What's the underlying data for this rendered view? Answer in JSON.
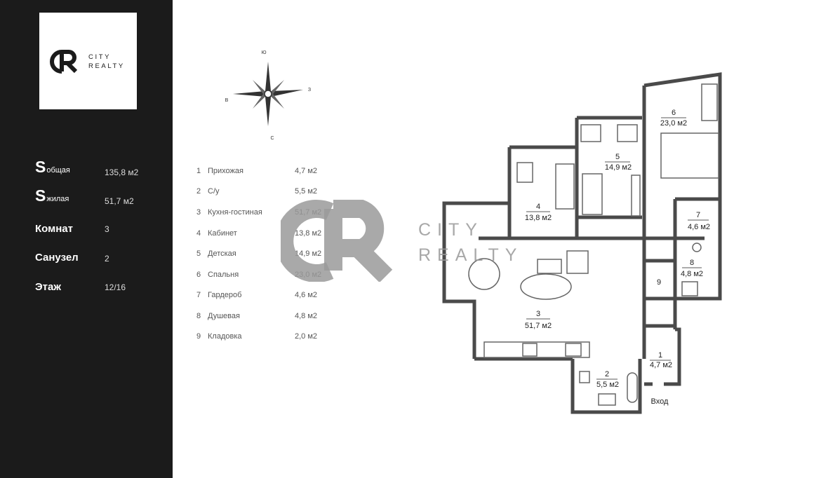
{
  "brand": {
    "name_line1": "CITY",
    "name_line2": "REALTY",
    "logo_mark_text": "CR"
  },
  "specs": {
    "total_area": {
      "symbol": "S",
      "sub": "общая",
      "value": "135,8 м2"
    },
    "living_area": {
      "symbol": "S",
      "sub": "жилая",
      "value": "51,7 м2"
    },
    "rooms": {
      "label": "Комнат",
      "value": "3"
    },
    "bathrooms": {
      "label": "Санузел",
      "value": "2"
    },
    "floor": {
      "label": "Этаж",
      "value": "12/16"
    }
  },
  "compass": {
    "n": "Ю",
    "e": "З",
    "s": "С",
    "w": "В"
  },
  "room_list": [
    {
      "num": "1",
      "name": "Прихожая",
      "area": "4,7 м2"
    },
    {
      "num": "2",
      "name": "С/у",
      "area": "5,5 м2"
    },
    {
      "num": "3",
      "name": "Кухня-гостиная",
      "area": "51,7 м2"
    },
    {
      "num": "4",
      "name": "Кабинет",
      "area": "13,8 м2"
    },
    {
      "num": "5",
      "name": "Детская",
      "area": "14,9 м2"
    },
    {
      "num": "6",
      "name": "Спальня",
      "area": "23,0 м2"
    },
    {
      "num": "7",
      "name": "Гардероб",
      "area": "4,6 м2"
    },
    {
      "num": "8",
      "name": "Душевая",
      "area": "4,8 м2"
    },
    {
      "num": "9",
      "name": "Кладовка",
      "area": "2,0 м2"
    }
  ],
  "plan_labels": [
    {
      "num": "1",
      "area": "4,7 м2"
    },
    {
      "num": "2",
      "area": "5,5 м2"
    },
    {
      "num": "3",
      "area": "51,7 м2"
    },
    {
      "num": "4",
      "area": "13,8 м2"
    },
    {
      "num": "5",
      "area": "14,9 м2"
    },
    {
      "num": "6",
      "area": "23,0 м2"
    },
    {
      "num": "7",
      "area": "4,6 м2"
    },
    {
      "num": "8",
      "area": "4,8 м2"
    },
    {
      "num": "9",
      "area": ""
    }
  ],
  "entrance_label": "Вход",
  "watermark": {
    "line1": "CITY",
    "line2": "REALTY"
  },
  "colors": {
    "sidebar": "#1b1b1b",
    "wall": "#4a4a4a",
    "watermark": "#9a9a9a"
  }
}
